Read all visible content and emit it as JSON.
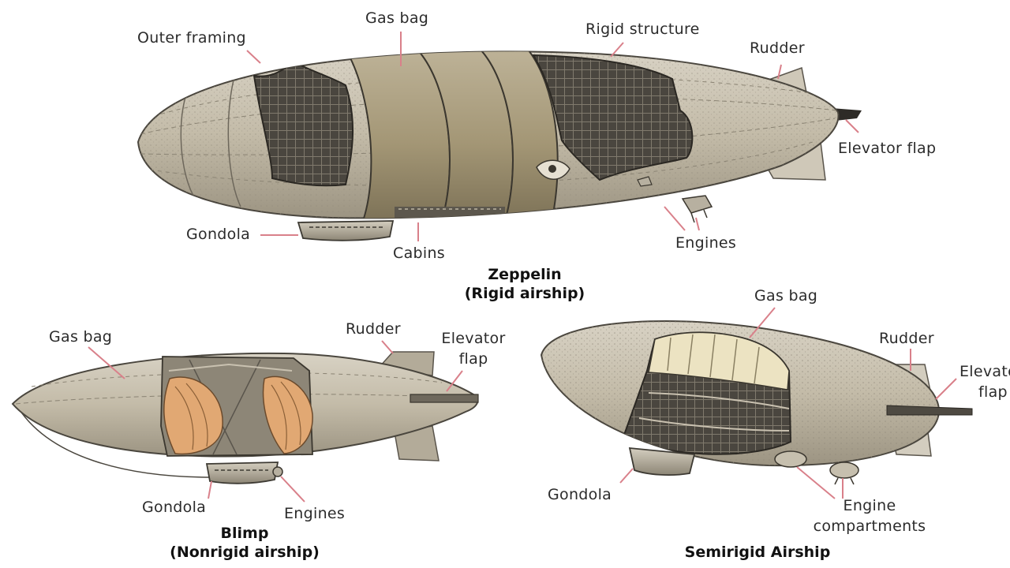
{
  "zeppelin": {
    "title": "Zeppelin",
    "subtitle": "(Rigid airship)",
    "labels": {
      "outer_framing": "Outer framing",
      "gas_bag": "Gas bag",
      "rigid_structure": "Rigid structure",
      "rudder": "Rudder",
      "elevator_flap": "Elevator flap",
      "gondola": "Gondola",
      "cabins": "Cabins",
      "engines": "Engines"
    }
  },
  "blimp": {
    "title": "Blimp",
    "subtitle": "(Nonrigid airship)",
    "labels": {
      "gas_bag": "Gas bag",
      "rudder": "Rudder",
      "elevator_flap_1": "Elevator",
      "elevator_flap_2": "flap",
      "gondola": "Gondola",
      "engines": "Engines"
    }
  },
  "semirigid": {
    "title": "Semirigid Airship",
    "labels": {
      "gas_bag": "Gas bag",
      "rudder": "Rudder",
      "elevator_flap_1": "Elevator",
      "elevator_flap_2": "flap",
      "gondola": "Gondola",
      "engine_compartments_1": "Engine",
      "engine_compartments_2": "compartments"
    }
  },
  "colors": {
    "hull": "#c9c1b0",
    "hull_shade": "#a79f8d",
    "gas_cell": "#a99d80",
    "frame": "#3e3a34",
    "leader": "#d9808a",
    "ballonet": "#e1a873"
  }
}
